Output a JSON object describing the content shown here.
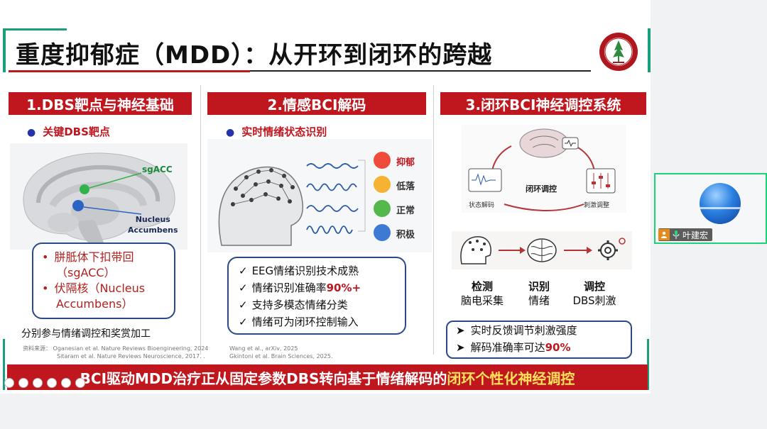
{
  "slide": {
    "title": "重度抑郁症（MDD）：从开环到闭环的跨越",
    "sections": [
      {
        "header": "1.DBS靶点与神经基础",
        "bullet": "关键DBS靶点",
        "labels": {
          "sgacc": "sgACC",
          "na_line1": "Nucleus",
          "na_line2": "Accumbens"
        },
        "box_items": [
          {
            "text": "胼胝体下扣带回",
            "sub": "（sgACC）"
          },
          {
            "text": "伏隔核（Nucleus",
            "sub": "Accumbens）"
          }
        ],
        "caption": "分别参与情绪调控和奖赏加工",
        "refs": [
          "资料来源：  Oganesian et al. Nature Reviews Bioengineering, 2024",
          "Sitaram et al. Nature Reviews Neuroscience, 2017. ."
        ]
      },
      {
        "header": "2.情感BCI解码",
        "bullet": "实时情绪状态识别",
        "emotions": [
          {
            "label": "抑郁",
            "color": "#c0171f"
          },
          {
            "label": "低落",
            "color": "#333333"
          },
          {
            "label": "正常",
            "color": "#333333"
          },
          {
            "label": "积极",
            "color": "#333333"
          }
        ],
        "box_items": [
          "EEG情绪识别技术成熟",
          "情绪识别准确率",
          "支持多模态情绪分类",
          "情绪可为闭环控制输入"
        ],
        "accuracy": "90%+",
        "check": "✓",
        "refs": [
          "Wang et al., arXiv, 2025",
          "Gkintoni et al. Brain Sciences, 2025."
        ]
      },
      {
        "header": "3.闭环BCI神经调控系统",
        "loop": {
          "center": "闭环调控",
          "left": "状态解码",
          "right": "刺激调整"
        },
        "steps": [
          {
            "head": "检测",
            "desc": "脑电采集"
          },
          {
            "head": "识别",
            "desc": "情绪"
          },
          {
            "head": "调控",
            "desc": "DBS刺激"
          }
        ],
        "box_items": [
          "实时反馈调节刺激强度",
          "解码准确率可达"
        ],
        "accuracy": "90%",
        "arrow": "➤"
      }
    ],
    "banner": {
      "main": "BCI驱动MDD治疗正从固定参数DBS转向基于情绪解码的",
      "highlight": "闭环个性化神经调控"
    }
  },
  "participant": {
    "name": "叶建宏"
  },
  "colors": {
    "brand_red": "#c0171f",
    "accent_green": "#1b9e7c",
    "navy": "#2a4a8a"
  }
}
